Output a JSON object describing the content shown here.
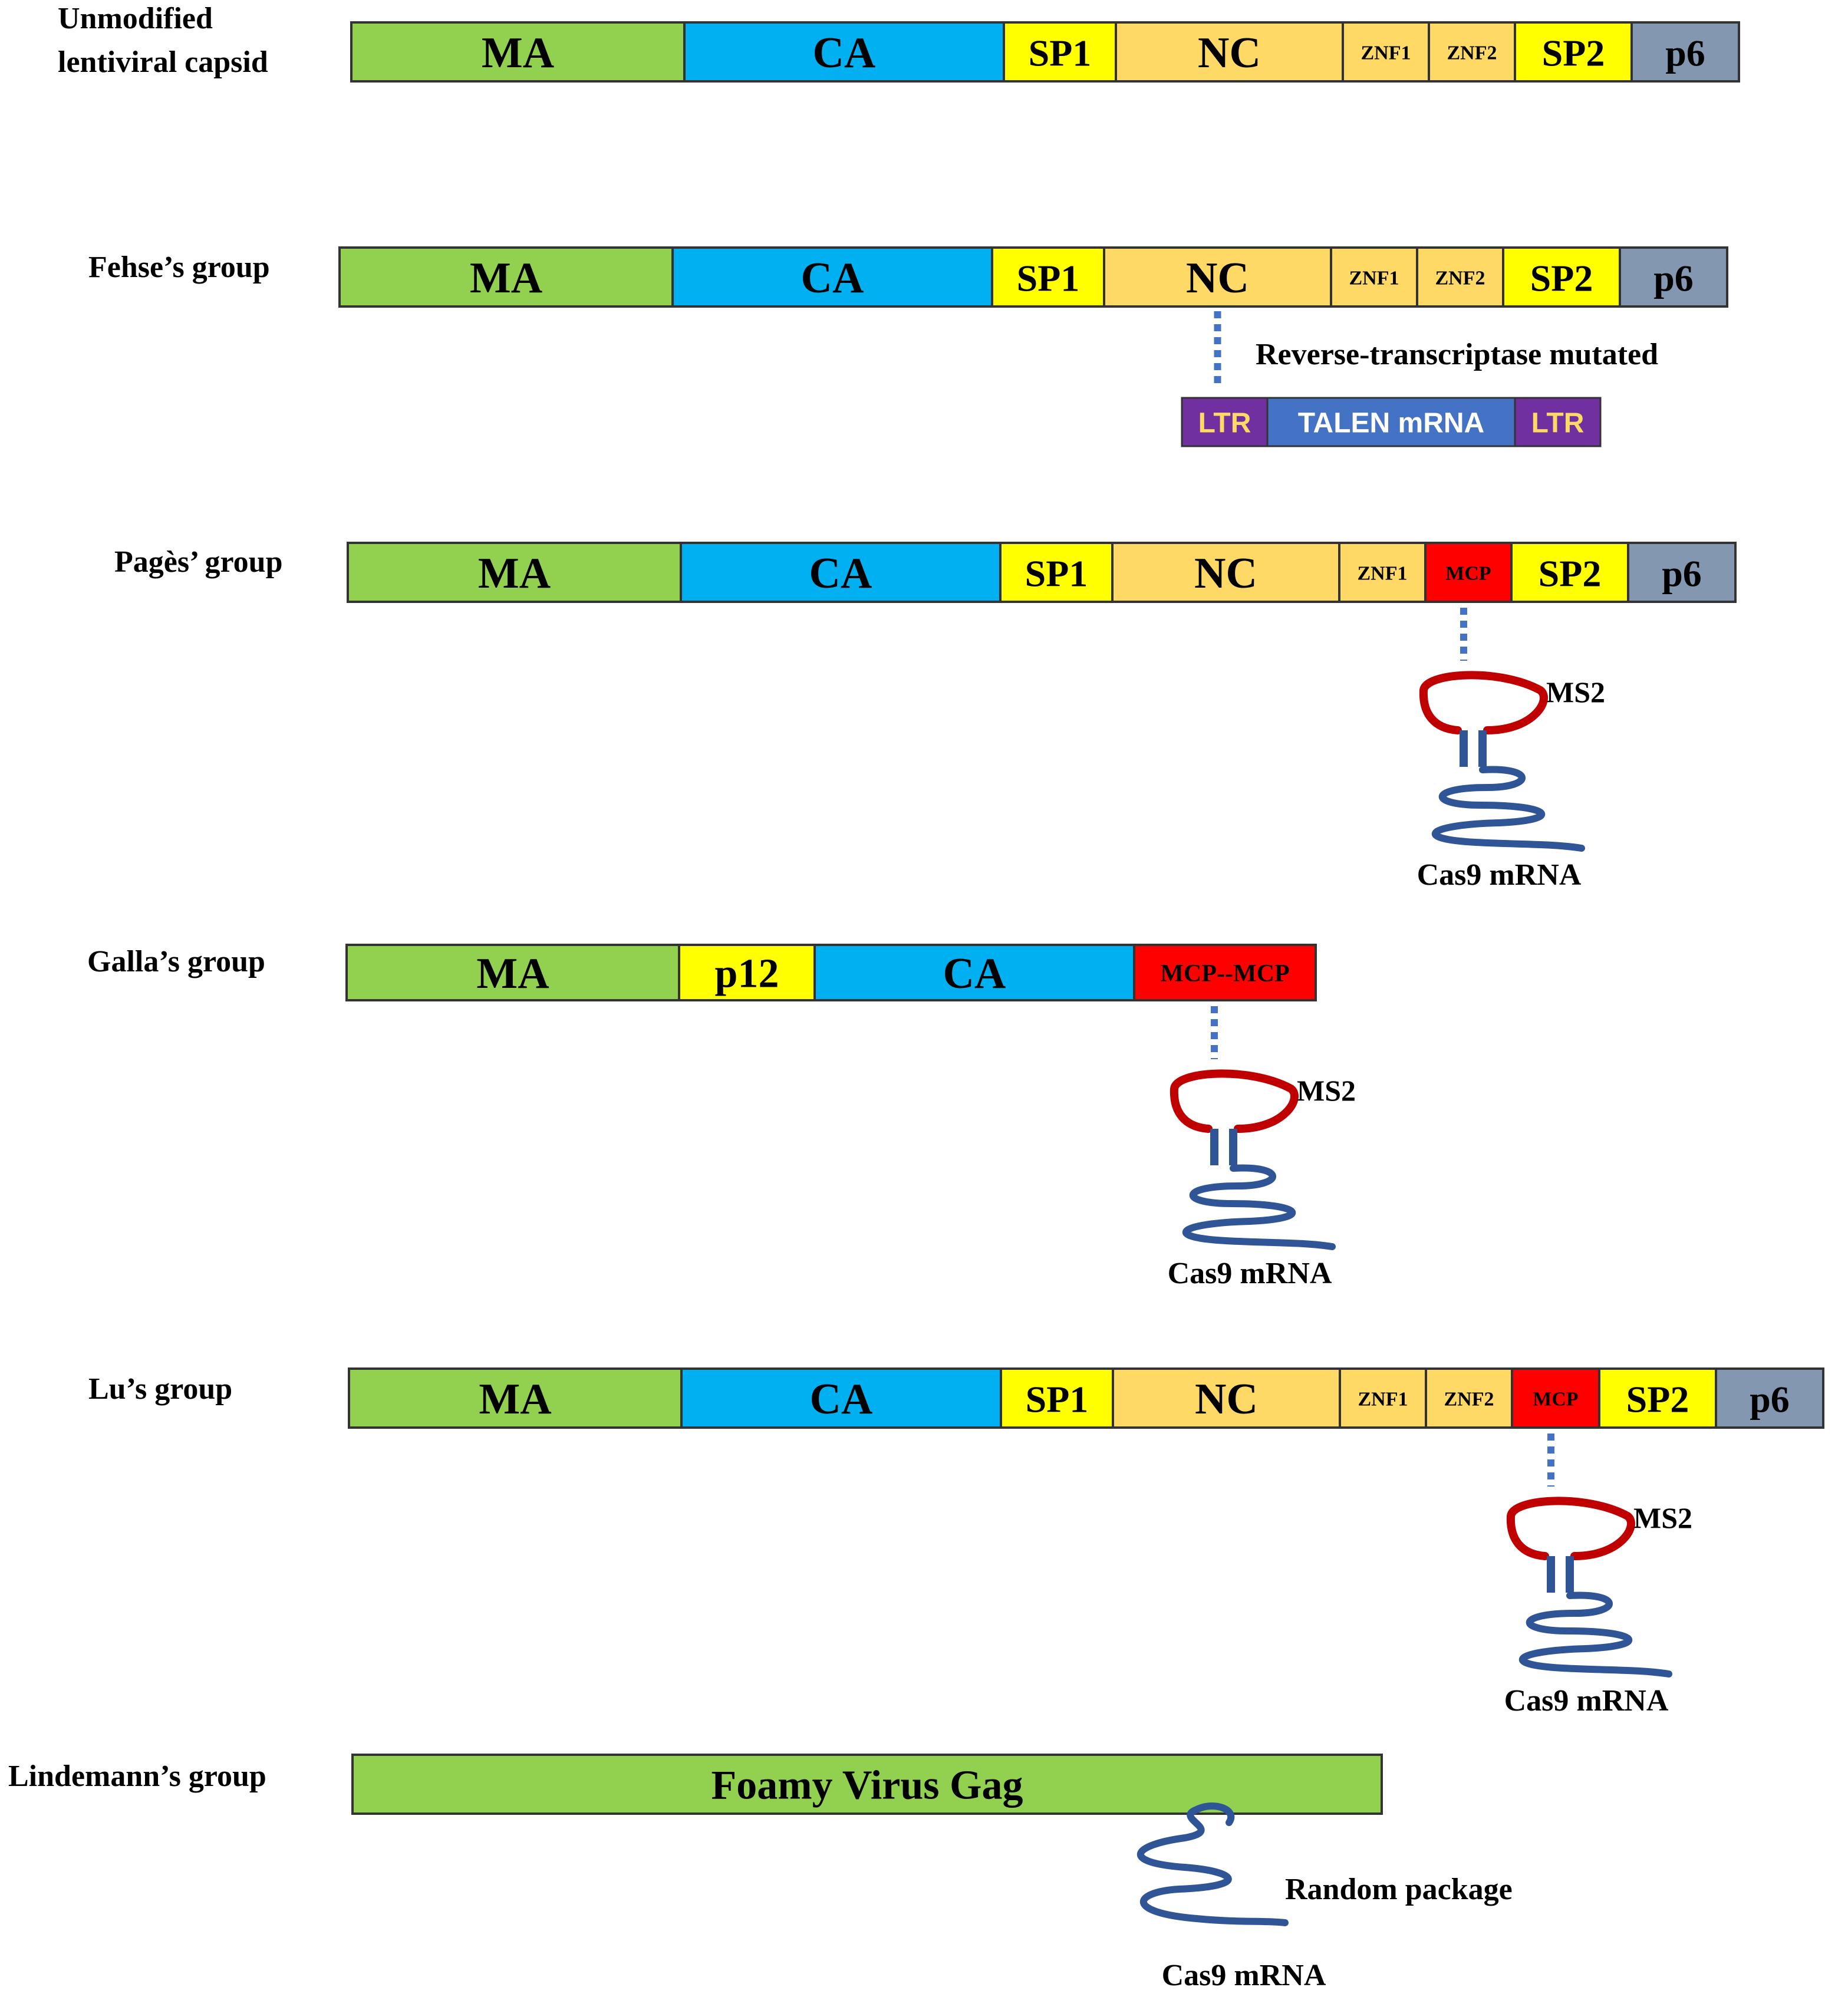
{
  "colors": {
    "ma": "#92d050",
    "ca": "#00b0f0",
    "sp": "#ffff00",
    "nc": "#ffd966",
    "p6": "#8497b0",
    "mcp": "#ff0000",
    "ltr": "#7030a0",
    "talen": "#4472c4",
    "ltr_text": "#ffd966",
    "talen_text": "#ffffff",
    "ms2_loop": "#c00000",
    "rna": "#2f5597",
    "link": "#4472c4"
  },
  "rows": [
    {
      "id": "unmodified",
      "label_lines": [
        "Unmodified",
        "lentiviral capsid"
      ],
      "segments": [
        {
          "text": "MA",
          "color": "ma"
        },
        {
          "text": "CA",
          "color": "ca"
        },
        {
          "text": "SP1",
          "color": "sp"
        },
        {
          "text": "NC",
          "color": "nc"
        },
        {
          "text": "ZNF1",
          "color": "nc"
        },
        {
          "text": "ZNF2",
          "color": "nc"
        },
        {
          "text": "SP2",
          "color": "sp"
        },
        {
          "text": "p6",
          "color": "p6"
        }
      ]
    },
    {
      "id": "fehse",
      "label_lines": [
        "Fehse’s group"
      ],
      "segments": [
        {
          "text": "MA",
          "color": "ma"
        },
        {
          "text": "CA",
          "color": "ca"
        },
        {
          "text": "SP1",
          "color": "sp"
        },
        {
          "text": "NC",
          "color": "nc"
        },
        {
          "text": "ZNF1",
          "color": "nc"
        },
        {
          "text": "ZNF2",
          "color": "nc"
        },
        {
          "text": "SP2",
          "color": "sp"
        },
        {
          "text": "p6",
          "color": "p6"
        }
      ],
      "annotation": "Reverse-transcriptase mutated",
      "cargo": [
        {
          "text": "LTR",
          "color": "ltr",
          "text_color": "ltr_text"
        },
        {
          "text": "TALEN mRNA",
          "color": "talen",
          "text_color": "talen_text"
        },
        {
          "text": "LTR",
          "color": "ltr",
          "text_color": "ltr_text"
        }
      ]
    },
    {
      "id": "pages",
      "label_lines": [
        "Pagès’ group"
      ],
      "segments": [
        {
          "text": "MA",
          "color": "ma"
        },
        {
          "text": "CA",
          "color": "ca"
        },
        {
          "text": "SP1",
          "color": "sp"
        },
        {
          "text": "NC",
          "color": "nc"
        },
        {
          "text": "ZNF1",
          "color": "nc"
        },
        {
          "text": "MCP",
          "color": "mcp"
        },
        {
          "text": "SP2",
          "color": "sp"
        },
        {
          "text": "p6",
          "color": "p6"
        }
      ],
      "hairpin_label": "MS2",
      "rna_label": "Cas9 mRNA"
    },
    {
      "id": "galla",
      "label_lines": [
        "Galla’s group"
      ],
      "segments": [
        {
          "text": "MA",
          "color": "ma"
        },
        {
          "text": "p12",
          "color": "sp"
        },
        {
          "text": "CA",
          "color": "ca"
        },
        {
          "text": "MCP--MCP",
          "color": "mcp"
        }
      ],
      "hairpin_label": "MS2",
      "rna_label": "Cas9 mRNA"
    },
    {
      "id": "lu",
      "label_lines": [
        "Lu’s group"
      ],
      "segments": [
        {
          "text": "MA",
          "color": "ma"
        },
        {
          "text": "CA",
          "color": "ca"
        },
        {
          "text": "SP1",
          "color": "sp"
        },
        {
          "text": "NC",
          "color": "nc"
        },
        {
          "text": "ZNF1",
          "color": "nc"
        },
        {
          "text": "ZNF2",
          "color": "nc"
        },
        {
          "text": "MCP",
          "color": "mcp"
        },
        {
          "text": "SP2",
          "color": "sp"
        },
        {
          "text": "p6",
          "color": "p6"
        }
      ],
      "hairpin_label": "MS2",
      "rna_label": "Cas9 mRNA"
    },
    {
      "id": "lindemann",
      "label_lines": [
        "Lindemann’s group"
      ],
      "segments": [
        {
          "text": "Foamy Virus Gag",
          "color": "ma"
        }
      ],
      "annotation": "Random package",
      "rna_label": "Cas9 mRNA"
    }
  ]
}
